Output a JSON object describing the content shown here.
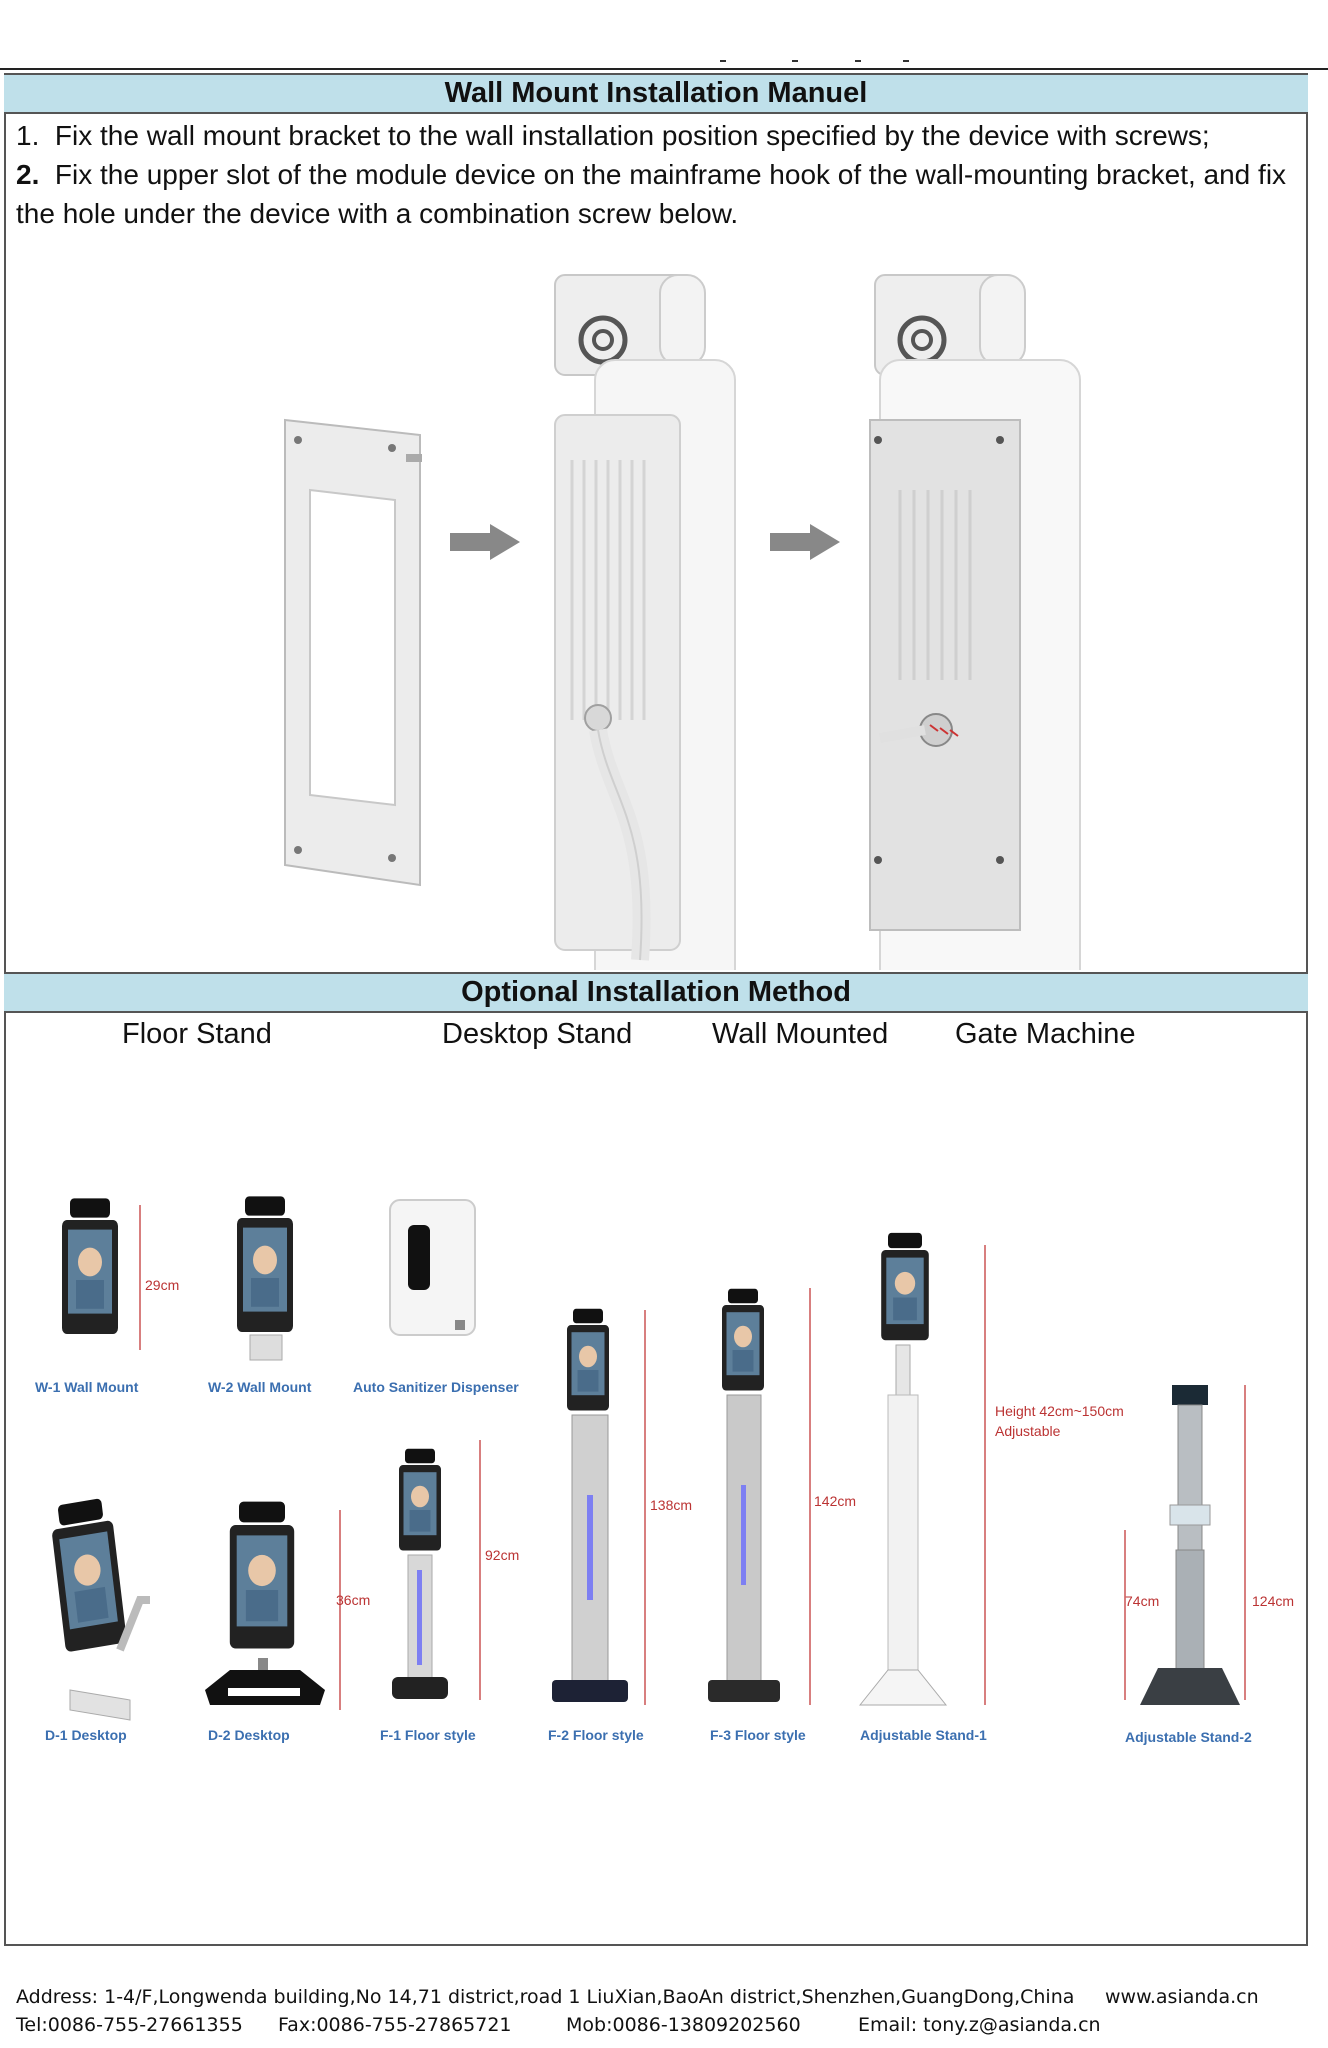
{
  "section1": {
    "title": "Wall Mount Installation Manuel",
    "step1_num": "1.",
    "step1_text": "Fix the wall mount bracket to the wall installation position specified by the device with screws;",
    "step2_num": "2.",
    "step2_text": "Fix the upper slot of the module device on the mainframe hook of the wall-mounting bracket, and fix the hole under the device with a combination screw below."
  },
  "section2": {
    "title": "Optional Installation Method",
    "categories": [
      "Floor Stand",
      "Desktop Stand",
      "Wall Mounted",
      "Gate Machine"
    ],
    "products_top": [
      "W-1 Wall Mount",
      "W-2 Wall Mount",
      "Auto Sanitizer Dispenser"
    ],
    "products_bottom": [
      "D-1 Desktop",
      "D-2 Desktop",
      "F-1 Floor style",
      "F-2 Floor style",
      "F-3 Floor style",
      "Adjustable Stand-1",
      "Adjustable Stand-2"
    ],
    "measurements": {
      "w1": "29cm",
      "d2": "36cm",
      "f1": "92cm",
      "f2": "138cm",
      "f3": "142cm",
      "adj1_line1": "Height 42cm~150cm",
      "adj1_line2": "Adjustable",
      "adj2_a": "74cm",
      "adj2_b": "124cm"
    }
  },
  "footer": {
    "address": "Address: 1-4/F,Longwenda building,No 14,71 district,road 1 LiuXian,BaoAn district,Shenzhen,GuangDong,China",
    "website": "www.asianda.cn",
    "tel": "Tel:0086-755-27661355",
    "fax": "Fax:0086-755-27865721",
    "mob": "Mob:0086-13809202560",
    "email": "Email: tony.z@asianda.cn"
  },
  "colors": {
    "band": "#bfe0ea",
    "label_blue": "#3b6fb0",
    "measure_red": "#b33333"
  }
}
